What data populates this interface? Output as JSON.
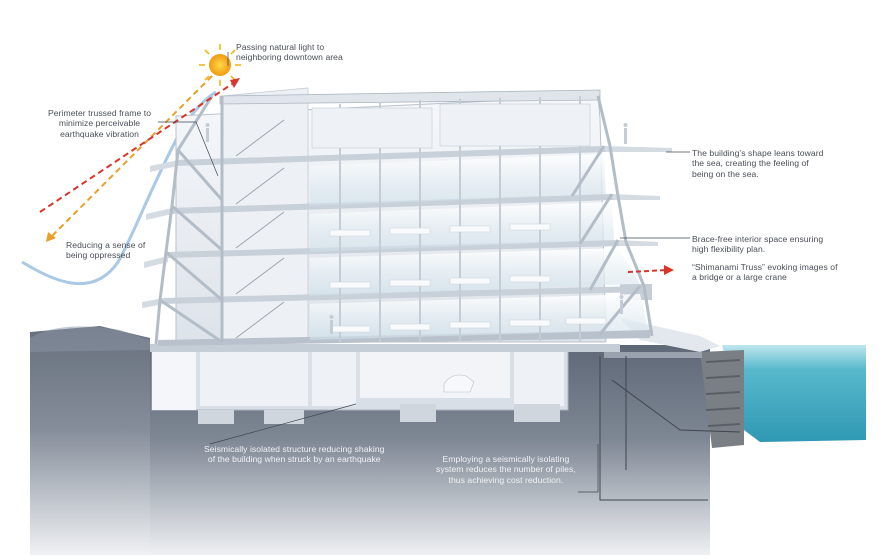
{
  "annotations": {
    "natural_light": [
      "Passing natural light to",
      "neighboring downtown area"
    ],
    "trussed_frame": [
      "Perimeter trussed frame to",
      "minimize perceivable",
      "earthquake vibration"
    ],
    "oppressed": [
      "Reducing a sense of",
      "being oppressed"
    ],
    "lean_sea": [
      "The building’s shape leans toward",
      "the sea, creating the feeling of",
      " being on the sea."
    ],
    "brace_free": [
      "Brace-free interior space ensuring",
      "high flexibility plan."
    ],
    "shimanami": [
      "“Shimanami Truss” evoking images of",
      "a bridge  or a large crane"
    ],
    "isolated": [
      "Seismically isolated structure reducing shaking",
      "of the building when struck by an earthquake"
    ],
    "piles": [
      "Employing a seismically isolating",
      "system reduces the number of piles,",
      "thus achieving cost reduction."
    ]
  },
  "colors": {
    "sun": "#f4b61a",
    "light_arrow": "#e8a02a",
    "sea_arrow": "#d9352a",
    "sky_curve": "#a9c9e6",
    "ground": "#5d6776",
    "sea": "#4fb4c8",
    "building": "#e9edf2",
    "text": "#4a4f56"
  },
  "icons": {
    "sun": "sun-icon",
    "light_path": "dashed-arrow-icon",
    "sea_direction": "dashed-arrow-icon"
  }
}
